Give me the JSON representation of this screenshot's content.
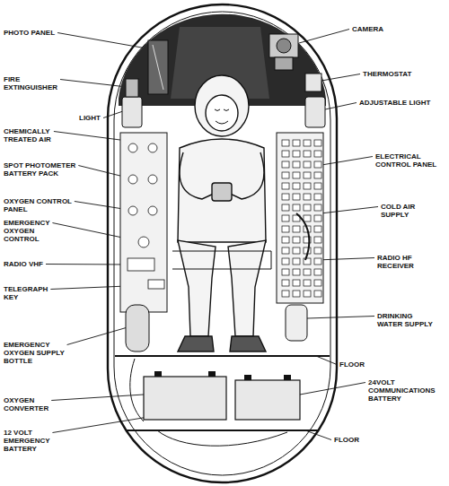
{
  "diagram": {
    "labels": [
      "PHOTO PANEL",
      "CAMERA",
      "FIRE EXTINGUISHER",
      "THERMOSTAT",
      "ADJUSTABLE LIGHT",
      "LIGHT",
      "CHEMICALLY TREATED AIR",
      "ELECTRICAL CONTROL PANEL",
      "SPOT PHOTOMETER BATTERY PACK",
      "OXYGEN CONTROL PANEL",
      "COLD AIR SUPPLY",
      "EMERGENCY OXYGEN CONTROL",
      "RADIO VHF",
      "RADIO HF RECEIVER",
      "TELEGRAPH KEY",
      "DRINKING WATER SUPPLY",
      "EMERGENCY OXYGEN SUPPLY BOTTLE",
      "FLOOR",
      "24VOLT COMMUNICATIONS BATTERY",
      "OXYGEN CONVERTER",
      "12 VOLT EMERGENCY BATTERY",
      "FLOOR"
    ]
  }
}
